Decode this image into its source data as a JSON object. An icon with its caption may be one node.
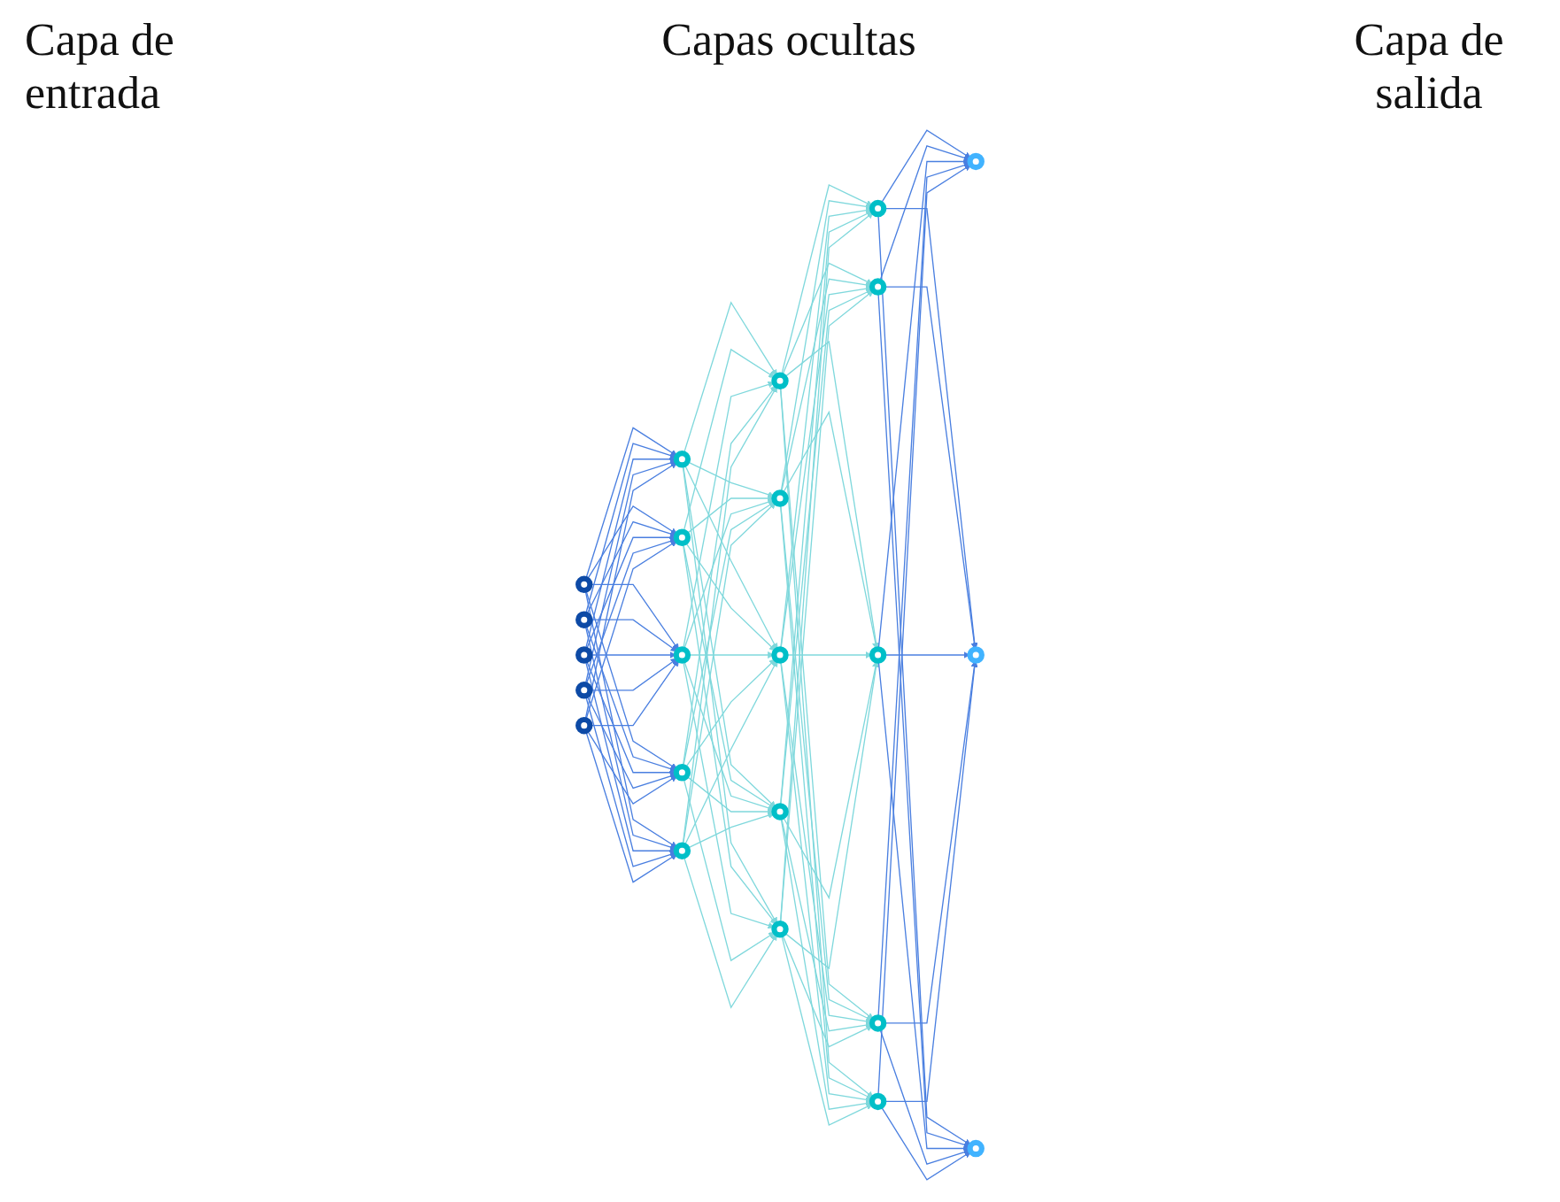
{
  "diagram": {
    "nodes": [
      {
        "text": [],
        "shape": "circle"
      },
      {
        "text": [],
        "shape": "circle"
      },
      {
        "text": [],
        "shape": "circle"
      },
      {
        "text": [],
        "shape": "circle"
      },
      {
        "text": [],
        "shape": "circle"
      },
      {
        "text": [],
        "shape": "circle"
      },
      {
        "text": [],
        "shape": "circle"
      },
      {
        "text": [],
        "shape": "circle"
      },
      {
        "text": [],
        "shape": "circle"
      },
      {
        "text": [],
        "shape": "circle"
      },
      {
        "text": [],
        "shape": "circle"
      },
      {
        "text": [],
        "shape": "circle"
      },
      {
        "text": [],
        "shape": "circle"
      },
      {
        "text": [],
        "shape": "circle"
      },
      {
        "text": [],
        "shape": "circle"
      },
      {
        "text": [],
        "shape": "circle"
      },
      {
        "text": [],
        "shape": "circle"
      },
      {
        "text": [],
        "shape": "circle"
      },
      {
        "text": [],
        "shape": "circle"
      },
      {
        "text": [],
        "shape": "circle"
      },
      {
        "text": [],
        "shape": "circle"
      },
      {
        "text": [],
        "shape": "circle"
      },
      {
        "text": [],
        "shape": "circle"
      }
    ],
    "edges": [
      {
        "from": 0,
        "to": 5,
        "arrow": "to",
        "color": "#4a7fe0"
      },
      {
        "from": 0,
        "to": 6,
        "arrow": "to",
        "color": "#4a7fe0"
      },
      {
        "from": 0,
        "to": 7,
        "arrow": "to",
        "color": "#4a7fe0"
      },
      {
        "from": 0,
        "to": 8,
        "arrow": "to",
        "color": "#4a7fe0"
      },
      {
        "from": 0,
        "to": 9,
        "arrow": "to",
        "color": "#4a7fe0"
      },
      {
        "from": 1,
        "to": 5,
        "arrow": "to",
        "color": "#4a7fe0"
      },
      {
        "from": 1,
        "to": 6,
        "arrow": "to",
        "color": "#4a7fe0"
      },
      {
        "from": 1,
        "to": 7,
        "arrow": "to",
        "color": "#4a7fe0"
      },
      {
        "from": 1,
        "to": 8,
        "arrow": "to",
        "color": "#4a7fe0"
      },
      {
        "from": 1,
        "to": 9,
        "arrow": "to",
        "color": "#4a7fe0"
      },
      {
        "from": 2,
        "to": 5,
        "arrow": "to",
        "color": "#4a7fe0"
      },
      {
        "from": 2,
        "to": 6,
        "arrow": "to",
        "color": "#4a7fe0"
      },
      {
        "from": 2,
        "to": 7,
        "arrow": "to",
        "color": "#4a7fe0"
      },
      {
        "from": 2,
        "to": 8,
        "arrow": "to",
        "color": "#4a7fe0"
      },
      {
        "from": 2,
        "to": 9,
        "arrow": "to",
        "color": "#4a7fe0"
      },
      {
        "from": 3,
        "to": 5,
        "arrow": "to",
        "color": "#4a7fe0"
      },
      {
        "from": 3,
        "to": 6,
        "arrow": "to",
        "color": "#4a7fe0"
      },
      {
        "from": 3,
        "to": 7,
        "arrow": "to",
        "color": "#4a7fe0"
      },
      {
        "from": 3,
        "to": 8,
        "arrow": "to",
        "color": "#4a7fe0"
      },
      {
        "from": 3,
        "to": 9,
        "arrow": "to",
        "color": "#4a7fe0"
      },
      {
        "from": 4,
        "to": 5,
        "arrow": "to",
        "color": "#4a7fe0"
      },
      {
        "from": 4,
        "to": 6,
        "arrow": "to",
        "color": "#4a7fe0"
      },
      {
        "from": 4,
        "to": 7,
        "arrow": "to",
        "color": "#4a7fe0"
      },
      {
        "from": 4,
        "to": 8,
        "arrow": "to",
        "color": "#4a7fe0"
      },
      {
        "from": 4,
        "to": 9,
        "arrow": "to",
        "color": "#4a7fe0"
      },
      {
        "from": 5,
        "to": 10,
        "arrow": "to"
      },
      {
        "from": 5,
        "to": 11,
        "arrow": "to"
      },
      {
        "from": 5,
        "to": 12,
        "arrow": "to"
      },
      {
        "from": 5,
        "to": 13,
        "arrow": "to"
      },
      {
        "from": 5,
        "to": 14,
        "arrow": "to"
      },
      {
        "from": 6,
        "to": 10,
        "arrow": "to"
      },
      {
        "from": 6,
        "to": 11,
        "arrow": "to"
      },
      {
        "from": 6,
        "to": 12,
        "arrow": "to"
      },
      {
        "from": 6,
        "to": 13,
        "arrow": "to"
      },
      {
        "from": 6,
        "to": 14,
        "arrow": "to"
      },
      {
        "from": 7,
        "to": 10,
        "arrow": "to"
      },
      {
        "from": 7,
        "to": 11,
        "arrow": "to"
      },
      {
        "from": 7,
        "to": 12,
        "arrow": "to"
      },
      {
        "from": 7,
        "to": 13,
        "arrow": "to"
      },
      {
        "from": 7,
        "to": 14,
        "arrow": "to"
      },
      {
        "from": 8,
        "to": 10,
        "arrow": "to"
      },
      {
        "from": 8,
        "to": 11,
        "arrow": "to"
      },
      {
        "from": 8,
        "to": 12,
        "arrow": "to"
      },
      {
        "from": 8,
        "to": 13,
        "arrow": "to"
      },
      {
        "from": 8,
        "to": 14,
        "arrow": "to"
      },
      {
        "from": 9,
        "to": 10,
        "arrow": "to"
      },
      {
        "from": 9,
        "to": 11,
        "arrow": "to"
      },
      {
        "from": 9,
        "to": 12,
        "arrow": "to"
      },
      {
        "from": 9,
        "to": 13,
        "arrow": "to"
      },
      {
        "from": 9,
        "to": 14,
        "arrow": "to"
      },
      {
        "from": 10,
        "to": 15,
        "arrow": "to"
      },
      {
        "from": 10,
        "to": 16,
        "arrow": "to"
      },
      {
        "from": 10,
        "to": 17,
        "arrow": "to"
      },
      {
        "from": 10,
        "to": 18,
        "arrow": "to"
      },
      {
        "from": 10,
        "to": 19,
        "arrow": "to"
      },
      {
        "from": 11,
        "to": 15,
        "arrow": "to"
      },
      {
        "from": 11,
        "to": 16,
        "arrow": "to"
      },
      {
        "from": 11,
        "to": 17,
        "arrow": "to"
      },
      {
        "from": 11,
        "to": 18,
        "arrow": "to"
      },
      {
        "from": 11,
        "to": 19,
        "arrow": "to"
      },
      {
        "from": 12,
        "to": 15,
        "arrow": "to"
      },
      {
        "from": 12,
        "to": 16,
        "arrow": "to"
      },
      {
        "from": 12,
        "to": 17,
        "arrow": "to"
      },
      {
        "from": 12,
        "to": 18,
        "arrow": "to"
      },
      {
        "from": 12,
        "to": 19,
        "arrow": "to"
      },
      {
        "from": 13,
        "to": 15,
        "arrow": "to"
      },
      {
        "from": 13,
        "to": 16,
        "arrow": "to"
      },
      {
        "from": 13,
        "to": 17,
        "arrow": "to"
      },
      {
        "from": 13,
        "to": 18,
        "arrow": "to"
      },
      {
        "from": 13,
        "to": 19,
        "arrow": "to"
      },
      {
        "from": 14,
        "to": 15,
        "arrow": "to"
      },
      {
        "from": 14,
        "to": 16,
        "arrow": "to"
      },
      {
        "from": 14,
        "to": 17,
        "arrow": "to"
      },
      {
        "from": 14,
        "to": 18,
        "arrow": "to"
      },
      {
        "from": 14,
        "to": 19,
        "arrow": "to"
      },
      {
        "from": 15,
        "to": 20,
        "arrow": "to",
        "color": "#4a7fe0"
      },
      {
        "from": 15,
        "to": 21,
        "arrow": "to",
        "color": "#4a7fe0"
      },
      {
        "from": 15,
        "to": 22,
        "arrow": "to",
        "color": "#4a7fe0"
      },
      {
        "from": 16,
        "to": 20,
        "arrow": "to",
        "color": "#4a7fe0"
      },
      {
        "from": 16,
        "to": 21,
        "arrow": "to",
        "color": "#4a7fe0"
      },
      {
        "from": 16,
        "to": 22,
        "arrow": "to",
        "color": "#4a7fe0"
      },
      {
        "from": 17,
        "to": 20,
        "arrow": "to",
        "color": "#4a7fe0"
      },
      {
        "from": 17,
        "to": 21,
        "arrow": "to",
        "color": "#4a7fe0"
      },
      {
        "from": 17,
        "to": 22,
        "arrow": "to",
        "color": "#4a7fe0"
      },
      {
        "from": 18,
        "to": 20,
        "arrow": "to",
        "color": "#4a7fe0"
      },
      {
        "from": 18,
        "to": 21,
        "arrow": "to",
        "color": "#4a7fe0"
      },
      {
        "from": 18,
        "to": 22,
        "arrow": "to",
        "color": "#4a7fe0"
      },
      {
        "from": 19,
        "to": 20,
        "arrow": "to",
        "color": "#4a7fe0"
      },
      {
        "from": 19,
        "to": 21,
        "arrow": "to",
        "color": "#4a7fe0"
      },
      {
        "from": 19,
        "to": 22,
        "arrow": "to",
        "color": "#4a7fe0"
      }
    ],
    "labels": [
      "Capa de entrada",
      "Capas ocultas",
      "Capa de salida"
    ]
  }
}
